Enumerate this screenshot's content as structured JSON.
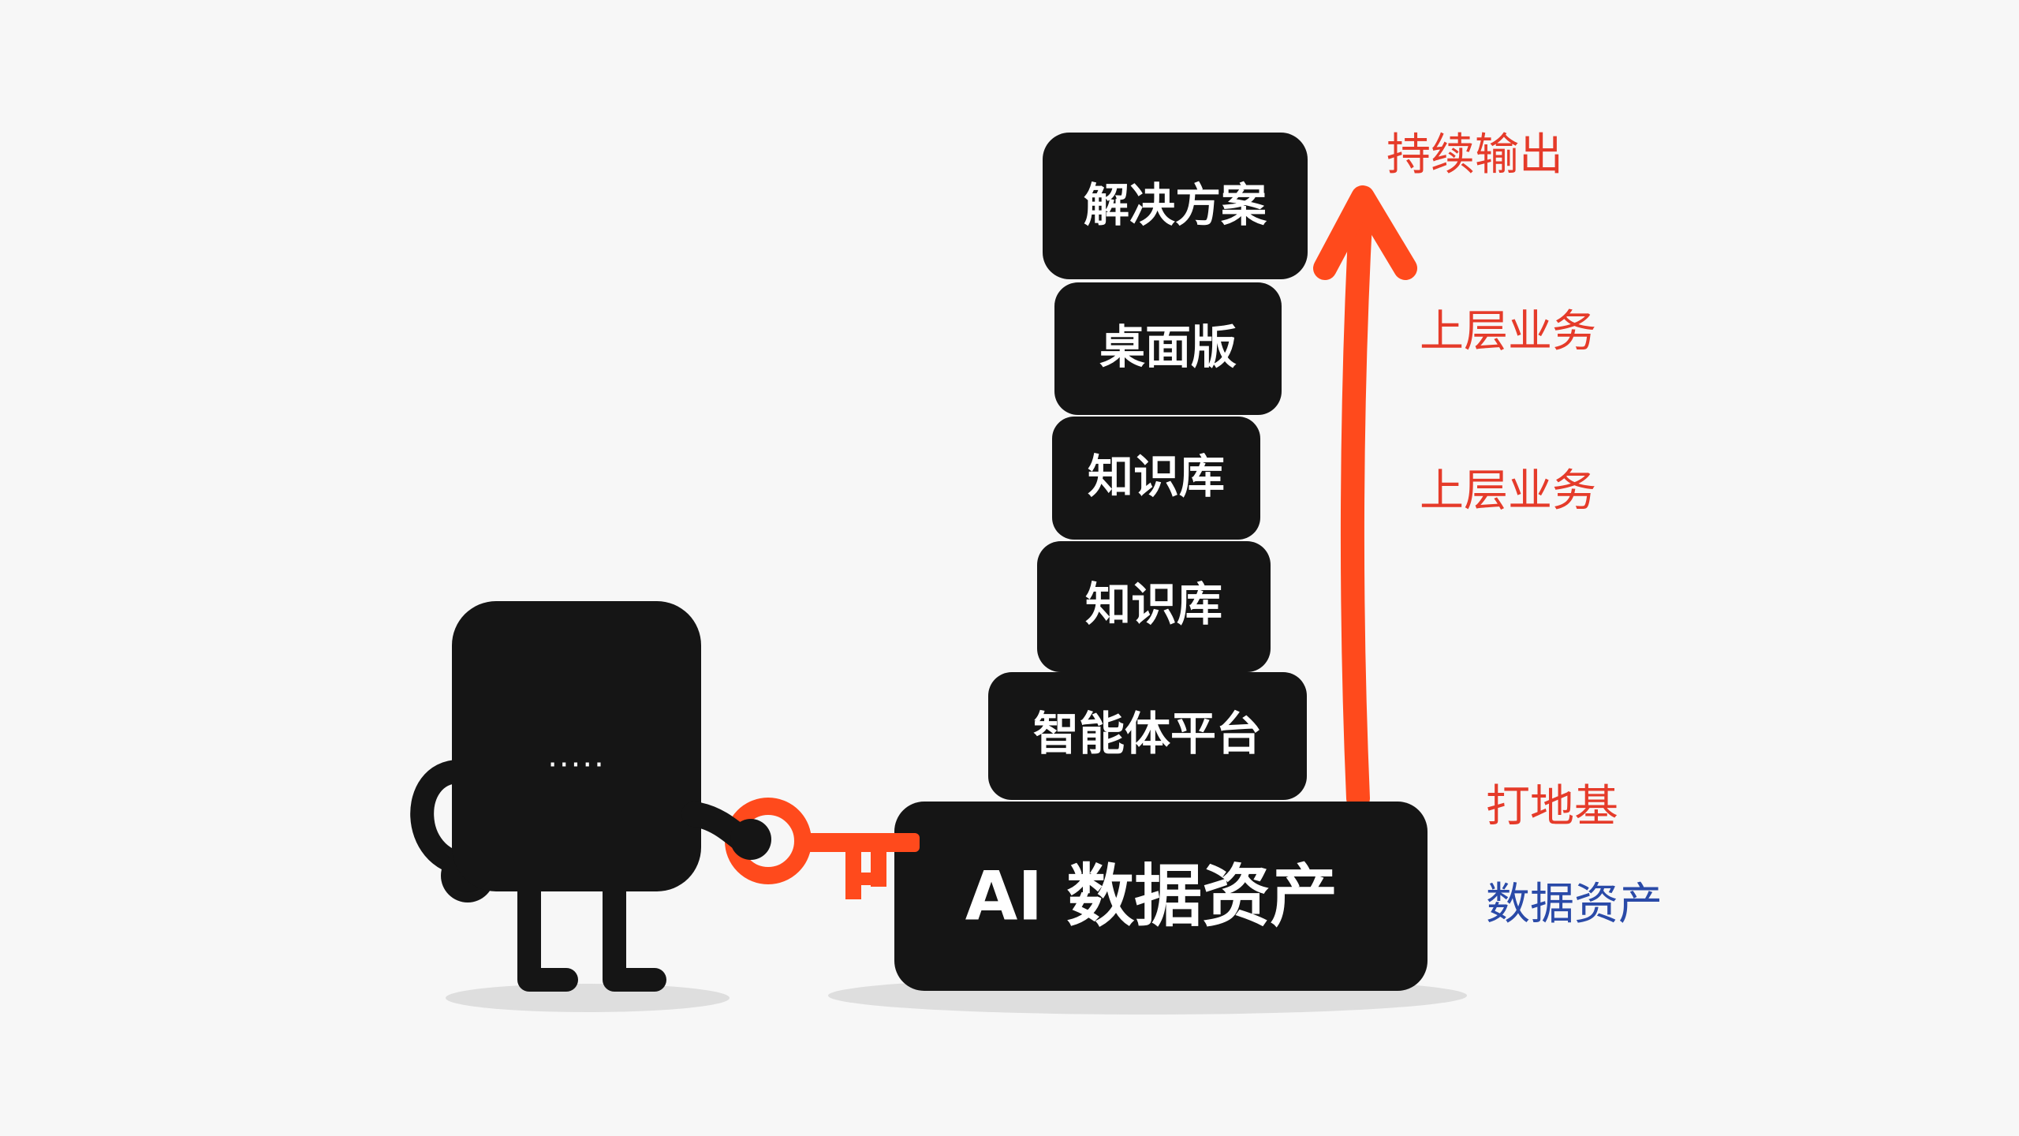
{
  "diagram": {
    "blocks": [
      {
        "label": "解决方案"
      },
      {
        "label": "桌面版"
      },
      {
        "label": "知识库"
      },
      {
        "label": "知识库"
      },
      {
        "label": "智能体平台"
      }
    ],
    "base": {
      "label": "AI 数据资产"
    },
    "character": {
      "face_text": "·····"
    },
    "side_labels": [
      {
        "text": "持续输出",
        "color": "#e53b2a"
      },
      {
        "text": "上层业务",
        "color": "#e53b2a"
      },
      {
        "text": "上层业务",
        "color": "#e53b2a"
      },
      {
        "text": "打地基",
        "color": "#e53b2a"
      },
      {
        "text": "数据资产",
        "color": "#2a4aa8"
      }
    ],
    "colors": {
      "block": "#151515",
      "arrow": "#ff4a1c",
      "key": "#ff4a1c",
      "background": "#f7f7f7",
      "shadow": "#dedede"
    },
    "icons": [
      "key-icon",
      "up-arrow-icon",
      "character-icon"
    ]
  }
}
